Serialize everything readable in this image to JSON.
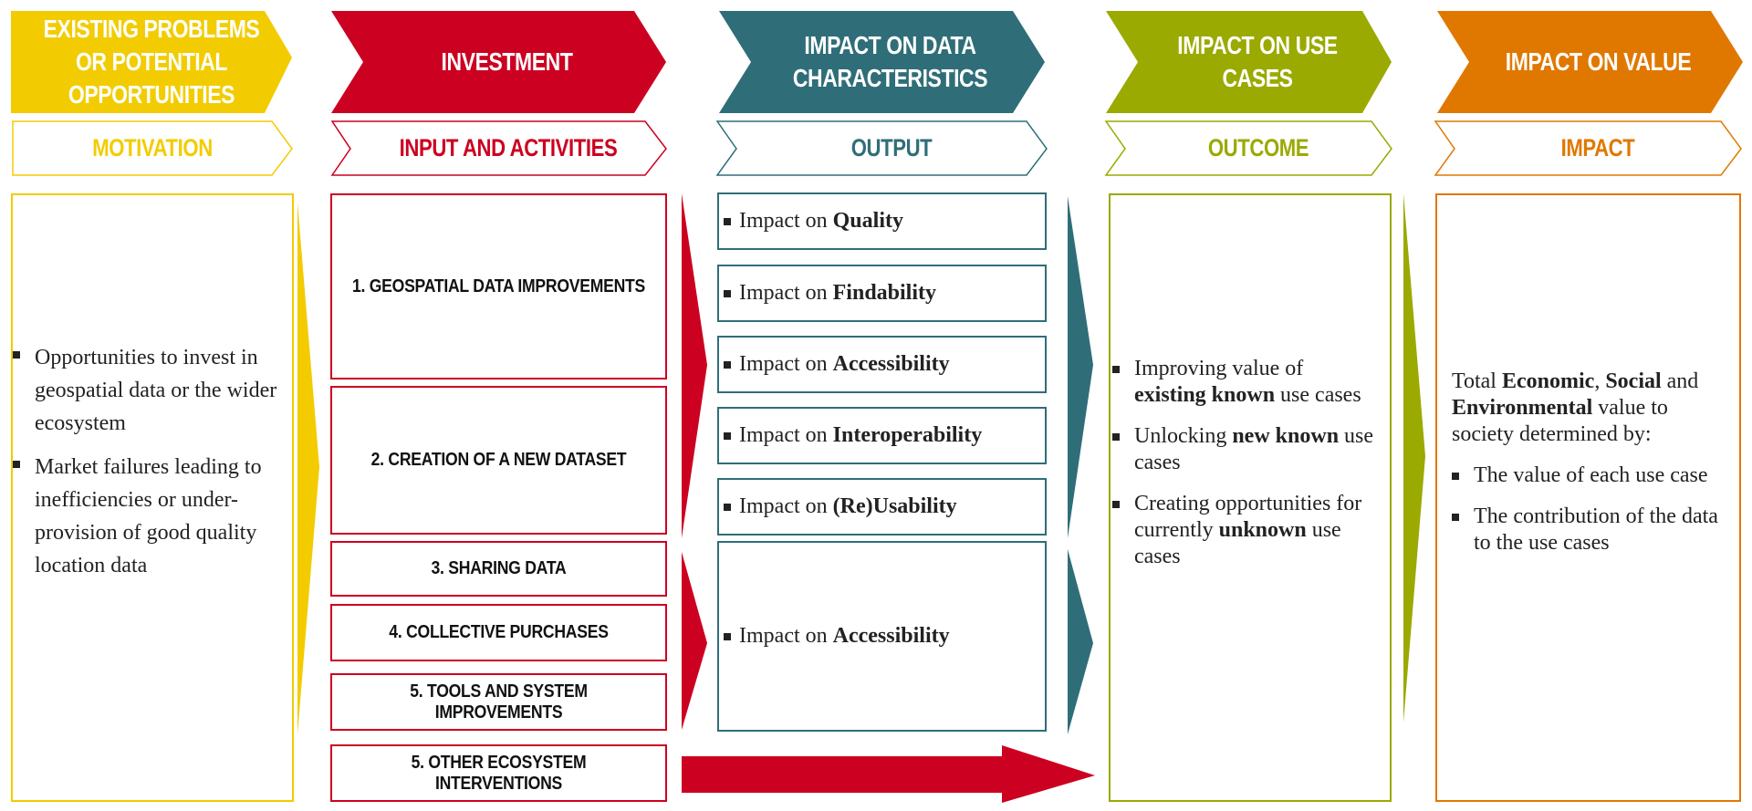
{
  "columns": [
    {
      "header": "EXISTING PROBLEMS OR POTENTIAL OPPORTUNITIES",
      "sub": "MOTIVATION",
      "color": "#f2cc00"
    },
    {
      "header": "INVESTMENT",
      "sub": "INPUT AND ACTIVITIES",
      "color": "#cc0020"
    },
    {
      "header": "IMPACT ON DATA CHARACTERISTICS",
      "sub": "OUTPUT",
      "color": "#2f6e78"
    },
    {
      "header": "IMPACT ON USE CASES",
      "sub": "OUTCOME",
      "color": "#9aaa00"
    },
    {
      "header": "IMPACT ON VALUE",
      "sub": "IMPACT",
      "color": "#e07800"
    }
  ],
  "motivation": {
    "bullets": [
      "Opportunities to invest in geospatial data or the wider ecosystem",
      "Market failures leading to inefficiencies or under-provision of good quality location data"
    ]
  },
  "investments": [
    "1. GEOSPATIAL DATA IMPROVEMENTS",
    "2. CREATION OF A NEW DATASET",
    "3. SHARING DATA",
    "4. COLLECTIVE PURCHASES",
    "5. TOOLS AND SYSTEM IMPROVEMENTS",
    "5. OTHER ECOSYSTEM INTERVENTIONS"
  ],
  "outputs": {
    "prefix": "Impact on",
    "items": [
      "Quality",
      "Findability",
      "Accessibility",
      "Interoperability",
      "(Re)Usability",
      "Accessibility"
    ]
  },
  "outcome": {
    "items": [
      {
        "pre": "Improving value of ",
        "bold": "existing known",
        "post": " use cases"
      },
      {
        "pre": "Unlocking ",
        "bold": "new known",
        "post": " use cases"
      },
      {
        "pre": "Creating opportunities for currently ",
        "bold": "unknown",
        "post": " use cases"
      }
    ]
  },
  "impact": {
    "intro_pre": "Total ",
    "b1": "Economic",
    "sep1": ", ",
    "b2": "Social",
    "mid": " and ",
    "b3": "Environmental",
    "intro_post": " value to society determined by:",
    "bullets": [
      "The value of each use case",
      "The contribution of the data to the use cases"
    ]
  }
}
